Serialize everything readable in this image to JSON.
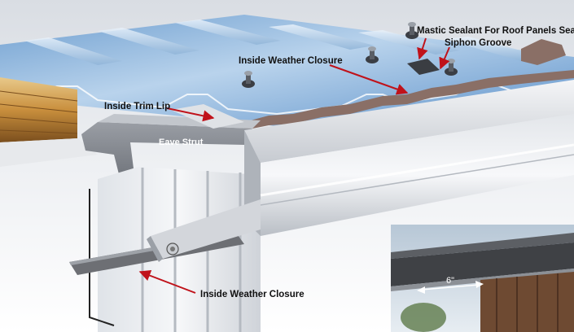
{
  "labels": {
    "mastic_sealant": "Mastic Sealant For Roof Panels Seams",
    "siphon_groove": "Siphon Groove",
    "inside_weather_closure_top": "Inside Weather Closure",
    "inside_trim_lip": "Inside Trim Lip",
    "eave_strut": "Eave Strut",
    "inside_weather_closure_bottom": "Inside Weather Closure"
  },
  "inset_photo": {
    "dimension": "6\""
  },
  "colors": {
    "arrow": "#c0121a",
    "panel_blue": "#8fb4d8",
    "trim_gray": "#c9ccd1",
    "closure_brown": "#8a6f66"
  }
}
